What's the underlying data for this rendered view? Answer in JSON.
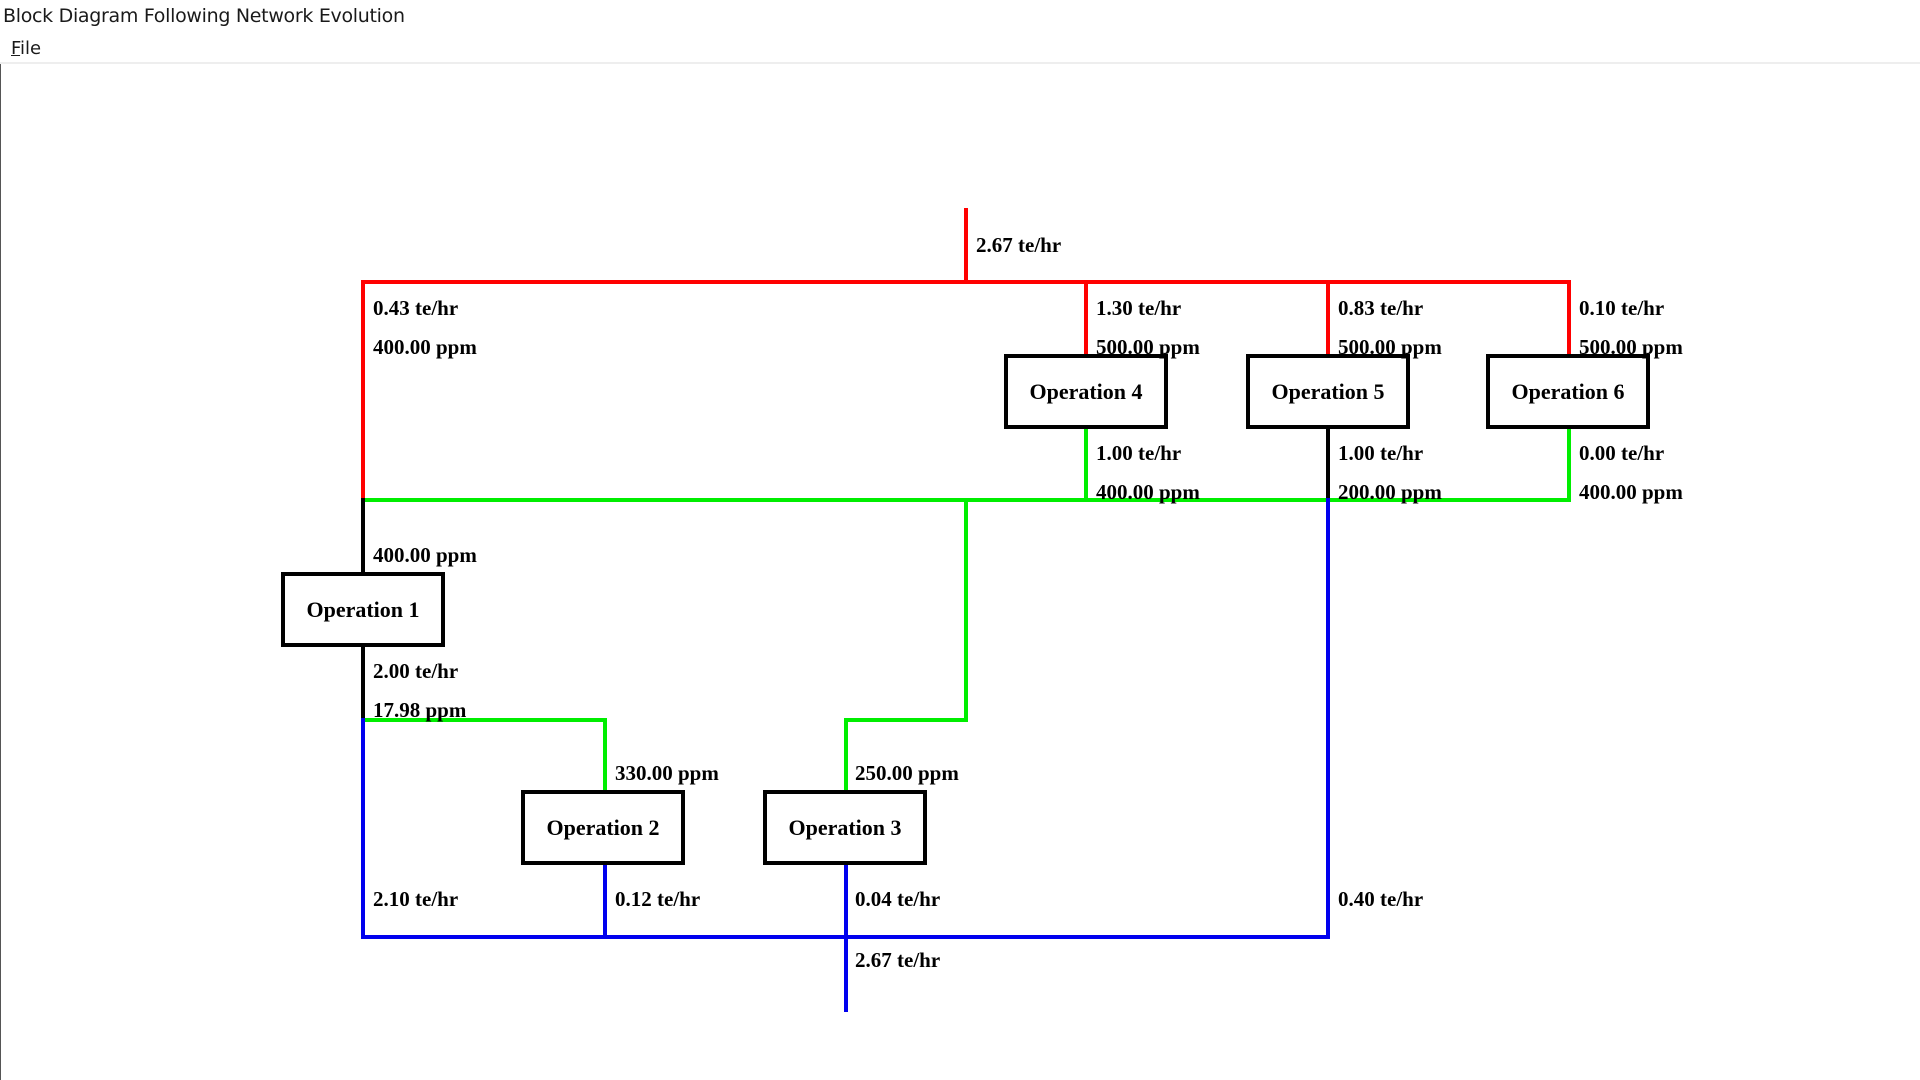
{
  "window": {
    "title": "Block Diagram Following Network Evolution"
  },
  "menu": {
    "items": [
      {
        "label": "File",
        "mnemonic": "F"
      }
    ]
  },
  "colors": {
    "freshwater": "#ff0000",
    "reuse": "#00ee00",
    "wastewater": "#0000ee",
    "internal": "#000000"
  },
  "diagram": {
    "operations": [
      {
        "id": "op1",
        "label": "Operation 1"
      },
      {
        "id": "op2",
        "label": "Operation 2"
      },
      {
        "id": "op3",
        "label": "Operation 3"
      },
      {
        "id": "op4",
        "label": "Operation 4"
      },
      {
        "id": "op5",
        "label": "Operation 5"
      },
      {
        "id": "op6",
        "label": "Operation 6"
      }
    ],
    "labels": {
      "fresh_total": "2.67 te/hr",
      "op1_fresh_flow": "0.43 te/hr",
      "op1_fresh_conc": "400.00 ppm",
      "op4_in_flow": "1.30 te/hr",
      "op4_in_conc": "500.00 ppm",
      "op5_in_flow": "0.83 te/hr",
      "op5_in_conc": "500.00 ppm",
      "op6_in_flow": "0.10 te/hr",
      "op6_in_conc": "500.00 ppm",
      "op4_out_flow": "1.00 te/hr",
      "op4_out_conc": "400.00 ppm",
      "op5_out_flow": "1.00 te/hr",
      "op5_out_conc": "200.00 ppm",
      "op6_out_flow": "0.00 te/hr",
      "op6_out_conc": "400.00 ppm",
      "op1_in_conc": "400.00 ppm",
      "op1_out_flow": "2.00 te/hr",
      "op1_out_conc": "17.98 ppm",
      "op2_in_conc": "330.00 ppm",
      "op3_in_conc": "250.00 ppm",
      "op1_waste_flow": "2.10 te/hr",
      "op2_waste_flow": "0.12 te/hr",
      "op3_waste_flow": "0.04 te/hr",
      "op5_waste_flow": "0.40 te/hr",
      "waste_total": "2.67 te/hr"
    }
  }
}
